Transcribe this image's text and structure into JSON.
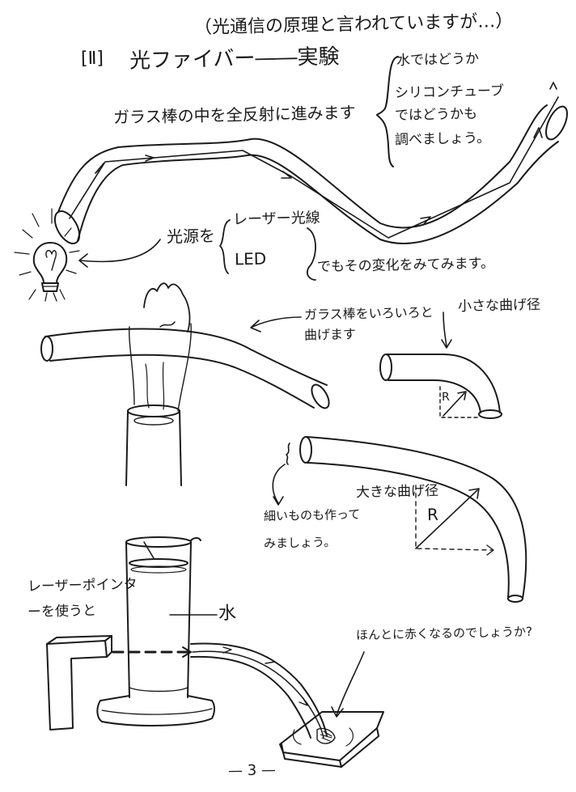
{
  "colors": {
    "ink": "#1a1a1a",
    "paper": "#ffffff"
  },
  "header": {
    "subtitle": "（光通信の原理と言われていますが…）",
    "section_number": "[Ⅱ]",
    "title": "光ファイバー――実験"
  },
  "notes": {
    "water_check": "水ではどうか",
    "silicone_line1": "シリコンチューブ",
    "silicone_line2": "ではどうかも",
    "silicone_line3": "調べましょう。",
    "total_reflection": "ガラス棒の中を全反射に進みます",
    "light_source_prefix": "光源を",
    "light_option_laser": "レーザー光線",
    "light_option_led": "LED",
    "light_change": "でもその変化をみてみます。",
    "bend_glass_line1": "ガラス棒をいろいろと",
    "bend_glass_line2": "曲げます",
    "small_radius": "小さな曲げ径",
    "large_radius": "大きな曲げ径",
    "radius_symbol_small": "R",
    "radius_symbol_large": "R",
    "thin_line1": "細いものも作って",
    "thin_line2": "みましょう。",
    "laser_line1": "レーザーポインタ",
    "laser_line2": "ーを使うと",
    "water_label": "水",
    "red_question": "ほんとに赤くなるのでしょうか?"
  },
  "footer": {
    "page_number": "— 3 —"
  },
  "icons": [
    "light-bulb-icon",
    "flame-icon",
    "laser-pointer-icon",
    "beaker-icon"
  ]
}
